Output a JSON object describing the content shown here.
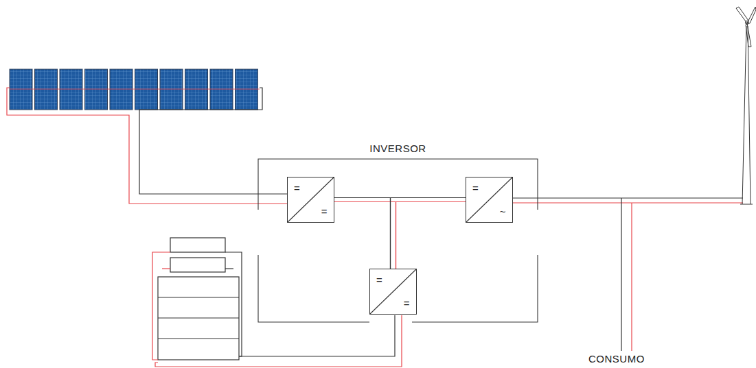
{
  "diagram": {
    "nodes": [
      {
        "text": [
          "INVERSOR"
        ]
      },
      {
        "text": [
          "=",
          "="
        ],
        "in": 0
      },
      {
        "text": [
          "=",
          "~"
        ],
        "in": 0
      },
      {
        "text": [
          "=",
          "="
        ],
        "in": 0
      }
    ],
    "edges": [
      {
        "from": 1,
        "to": 2,
        "arrow": "none"
      },
      {
        "from": 1,
        "to": 3,
        "arrow": "none"
      },
      {
        "from": 3,
        "to": 2,
        "arrow": "none"
      }
    ],
    "labels": [
      "CONSUMO"
    ]
  }
}
